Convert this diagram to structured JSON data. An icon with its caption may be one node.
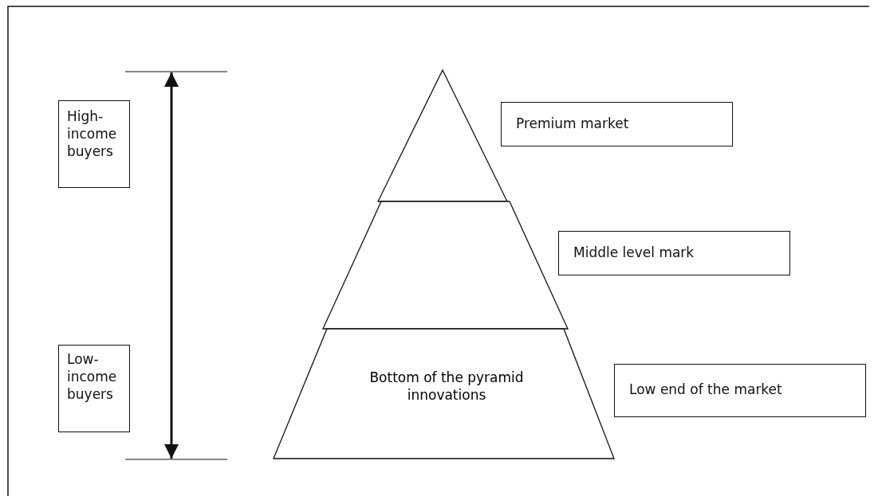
{
  "diagram": {
    "nodes": [
      {
        "text": [
          "High-income buyers"
        ]
      },
      {
        "text": [
          "Low-income buyers"
        ]
      },
      {
        "text": [],
        "shape": "triangle"
      },
      {
        "text": [],
        "shape": "band"
      },
      {
        "text": [
          "Bottom of the pyramid innovations"
        ]
      },
      {
        "text": [
          "Premium market"
        ]
      },
      {
        "text": [
          "Middle level mark"
        ]
      },
      {
        "text": [
          "Low end of the market"
        ]
      }
    ],
    "edges": []
  }
}
